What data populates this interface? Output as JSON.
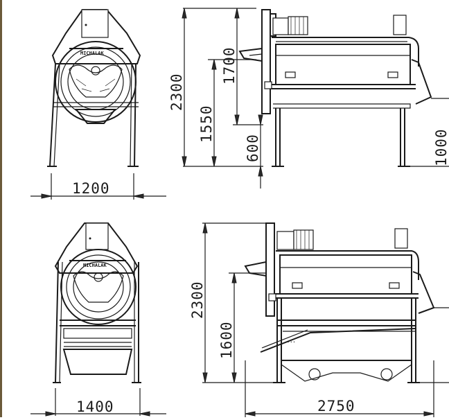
{
  "brand": "MICHALAK",
  "dimensions": {
    "front_top_width": "1200",
    "side_top_height": "2300",
    "side_top_1550": "1550",
    "side_top_1700": "1700",
    "side_top_600": "600",
    "side_top_1000": "1000",
    "front_bottom_width": "1400",
    "side_bottom_height": "2300",
    "side_bottom_1600": "1600",
    "side_bottom_length": "2750"
  }
}
